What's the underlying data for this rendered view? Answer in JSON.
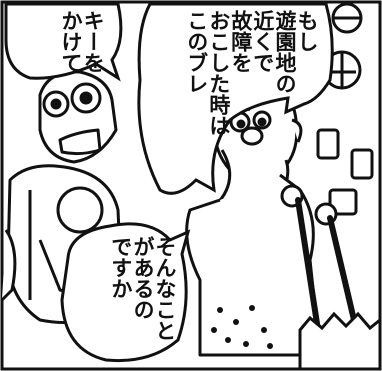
{
  "colors": {
    "ink": "#111111",
    "paper": "#ffffff"
  },
  "speech": {
    "left_bubble": {
      "lines": [
        "キーを",
        "かけて"
      ]
    },
    "top_bubble": {
      "lines": [
        "もし",
        "遊園地の",
        "近くで",
        "故障を",
        "おこした時は",
        "このブレ"
      ]
    },
    "bottom_bubble": {
      "lines": [
        "そんなこと",
        "があるの",
        "ですか"
      ]
    }
  }
}
